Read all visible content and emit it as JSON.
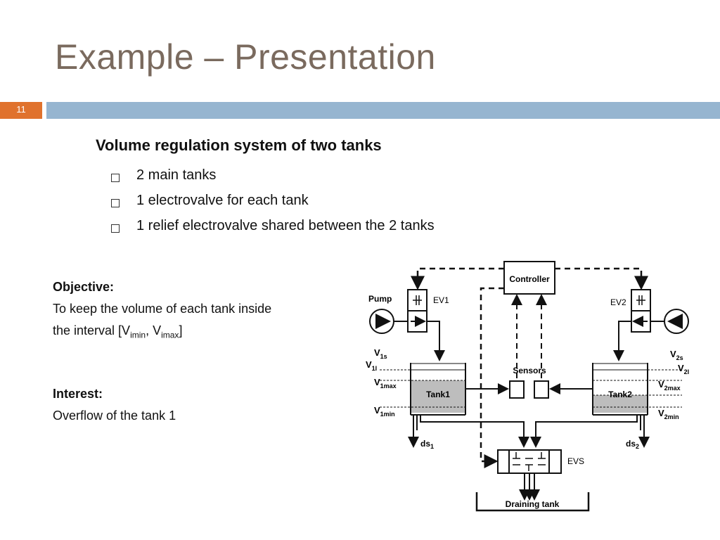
{
  "slide": {
    "title": "Example – Presentation",
    "number": "11",
    "accent_color": "#e0722d",
    "band_color": "#96b5d0"
  },
  "content": {
    "heading": "Volume regulation system of two tanks",
    "bullets": [
      "2 main tanks",
      "1 electrovalve for each tank",
      "1 relief electrovalve shared between the 2 tanks"
    ],
    "objective_label": "Objective:",
    "objective_line1": "To keep the volume of each tank inside",
    "objective_line2_prefix": "the interval [V",
    "objective_sub1": "imin",
    "objective_mid": ", V",
    "objective_sub2": "imax",
    "objective_suffix": "]",
    "interest_label": "Interest:",
    "interest_text": "Overflow of the tank 1"
  },
  "diagram": {
    "controller": "Controller",
    "pump": "Pump",
    "ev1": "EV1",
    "ev2": "EV2",
    "sensors": "Sensors",
    "tank1": "Tank1",
    "tank2": "Tank2",
    "evs": "EVS",
    "draining": "Draining tank",
    "ds1": "ds",
    "ds1_sub": "1",
    "ds2": "ds",
    "ds2_sub": "2",
    "v1s": "V",
    "v1s_sub": "1s",
    "v1l": "V",
    "v1l_sub": "1l",
    "v1max": "V",
    "v1max_sub": "1max",
    "v1min": "V",
    "v1min_sub": "1min",
    "v2s": "V",
    "v2s_sub": "2s",
    "v2l": "V",
    "v2l_sub": "2l",
    "v2max": "V",
    "v2max_sub": "2max",
    "v2min": "V",
    "v2min_sub": "2min"
  }
}
